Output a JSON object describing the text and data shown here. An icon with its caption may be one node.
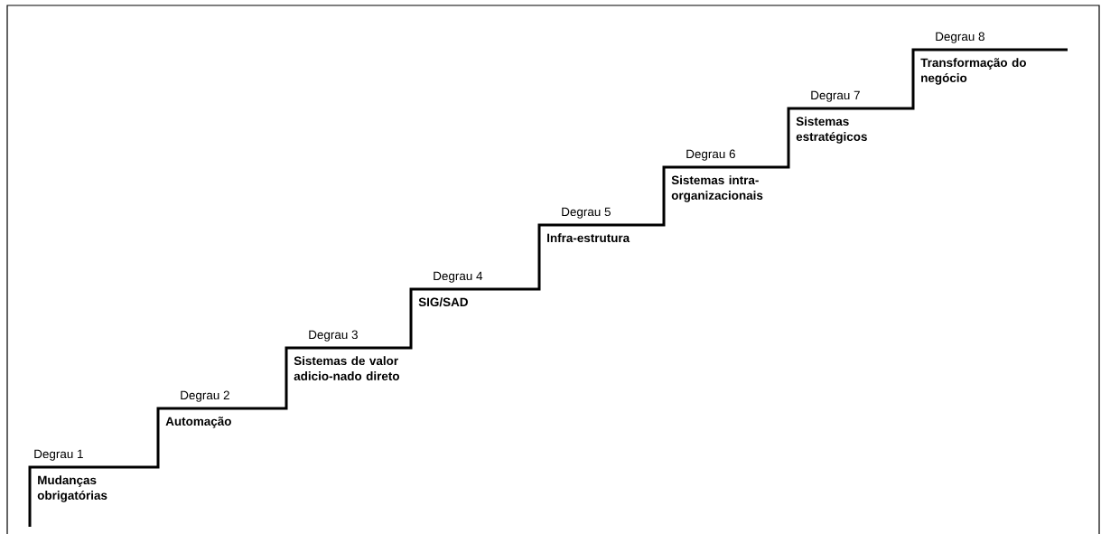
{
  "diagram": {
    "labels": [
      "Degrau 1",
      "Mudanças obrigatórias",
      "Degrau 2",
      "Automação",
      "Degrau 3",
      "Sistemas de valor adicio-nado direto",
      "Degrau 4",
      "SIG/SAD",
      "Degrau 5",
      "Infra-estrutura",
      "Degrau 6",
      "Sistemas intra-organizacionais",
      "Degrau 7",
      "Sistemas estratégicos",
      "Degrau 8",
      "Transformação do negócio"
    ]
  }
}
